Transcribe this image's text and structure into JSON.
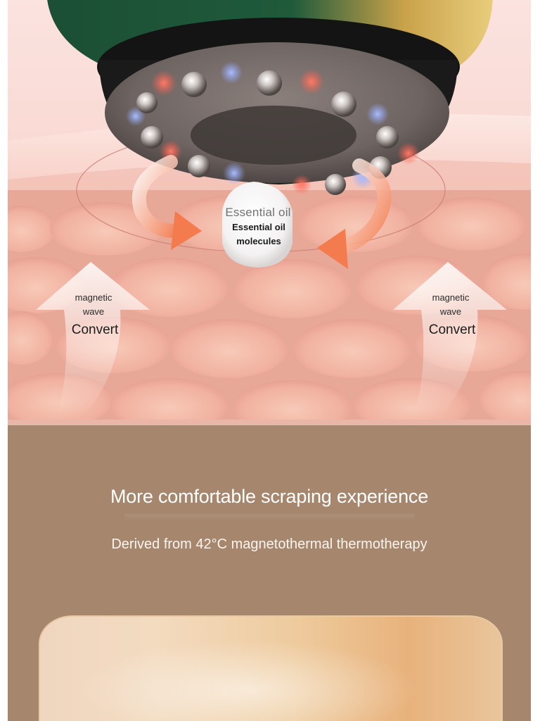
{
  "illustration": {
    "essential_oil_title": "Essential oil",
    "essential_oil_molecules_line1": "Essential oil",
    "essential_oil_molecules_line2": "molecules",
    "left_wave": {
      "line1": "magnetic",
      "line2": "wave",
      "convert": "Convert"
    },
    "right_wave": {
      "line1": "magnetic",
      "line2": "wave",
      "convert": "Convert"
    },
    "device_led_colors": [
      "#ff5a4a",
      "#8fa8ff"
    ],
    "device_shell_color": "#1f5a3b",
    "device_gold_color": "#c9a24a",
    "arrow_color": "#f37b4e"
  },
  "info": {
    "headline": "More comfortable scraping experience",
    "subline": "Derived from 42°C magnetothermal thermotherapy",
    "background_color": "#a6866d"
  }
}
